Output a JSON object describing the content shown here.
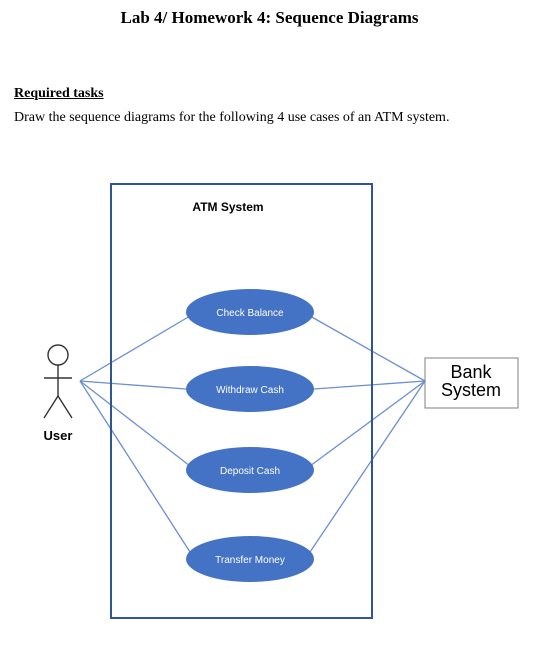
{
  "document": {
    "title": "Lab 4/ Homework 4: Sequence Diagrams",
    "section_heading": "Required tasks",
    "task_text": "Draw the sequence diagrams for the following 4 use cases of an ATM system."
  },
  "diagram": {
    "system_name": "ATM System",
    "actor": "User",
    "external_system_line1": "Bank",
    "external_system_line2": "System",
    "use_cases": [
      "Check Balance",
      "Withdraw Cash",
      "Deposit Cash",
      "Transfer Money"
    ],
    "colors": {
      "boundary": "#2f5597",
      "use_case_fill": "#4472c4",
      "connector": "#6b8fd0"
    }
  }
}
